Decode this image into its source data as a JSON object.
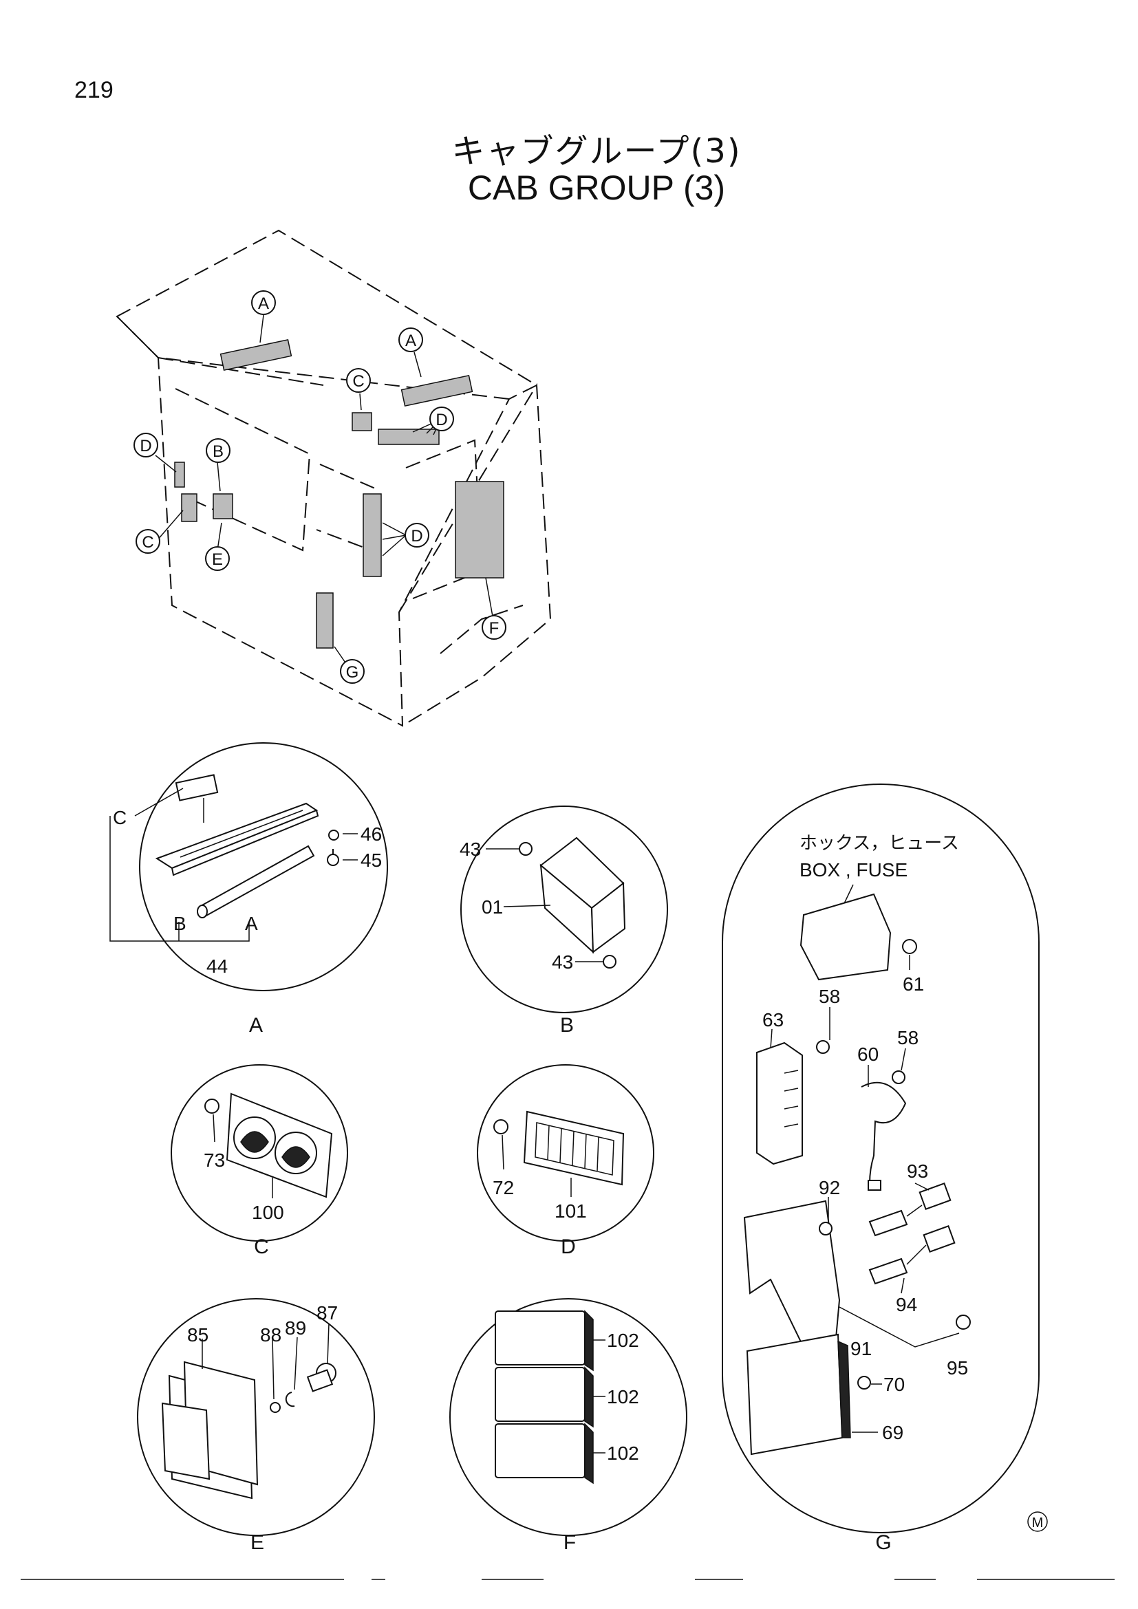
{
  "page_number": "219",
  "title_jp": "キャブグループ(3)",
  "title_en": "CAB  GROUP (3)",
  "overview_callouts": [
    "A",
    "A",
    "C",
    "D",
    "D",
    "B",
    "C",
    "E",
    "D",
    "F",
    "G"
  ],
  "details": {
    "A": {
      "label": "A",
      "parts": {
        "c_label": "C",
        "p46": "46",
        "p45": "45",
        "b": "B",
        "a": "A",
        "p44": "44"
      }
    },
    "B": {
      "label": "B",
      "parts": {
        "p43a": "43",
        "p01": "01",
        "p43b": "43"
      }
    },
    "C": {
      "label": "C",
      "parts": {
        "p73": "73",
        "p100": "100"
      }
    },
    "D": {
      "label": "D",
      "parts": {
        "p72": "72",
        "p101": "101"
      }
    },
    "E": {
      "label": "E",
      "parts": {
        "p85": "85",
        "p88": "88",
        "p89": "89",
        "p87": "87"
      }
    },
    "F": {
      "label": "F",
      "parts": {
        "p102a": "102",
        "p102b": "102",
        "p102c": "102"
      }
    },
    "G": {
      "label": "G",
      "box_fuse_jp": "ホックス，ヒュース",
      "box_fuse_en": "BOX , FUSE",
      "parts": {
        "p61": "61",
        "p58a": "58",
        "p63": "63",
        "p60": "60",
        "p58b": "58",
        "p92": "92",
        "p93": "93",
        "p94": "94",
        "p95": "95",
        "p91": "91",
        "p70": "70",
        "p69": "69"
      }
    }
  },
  "mark": "M"
}
